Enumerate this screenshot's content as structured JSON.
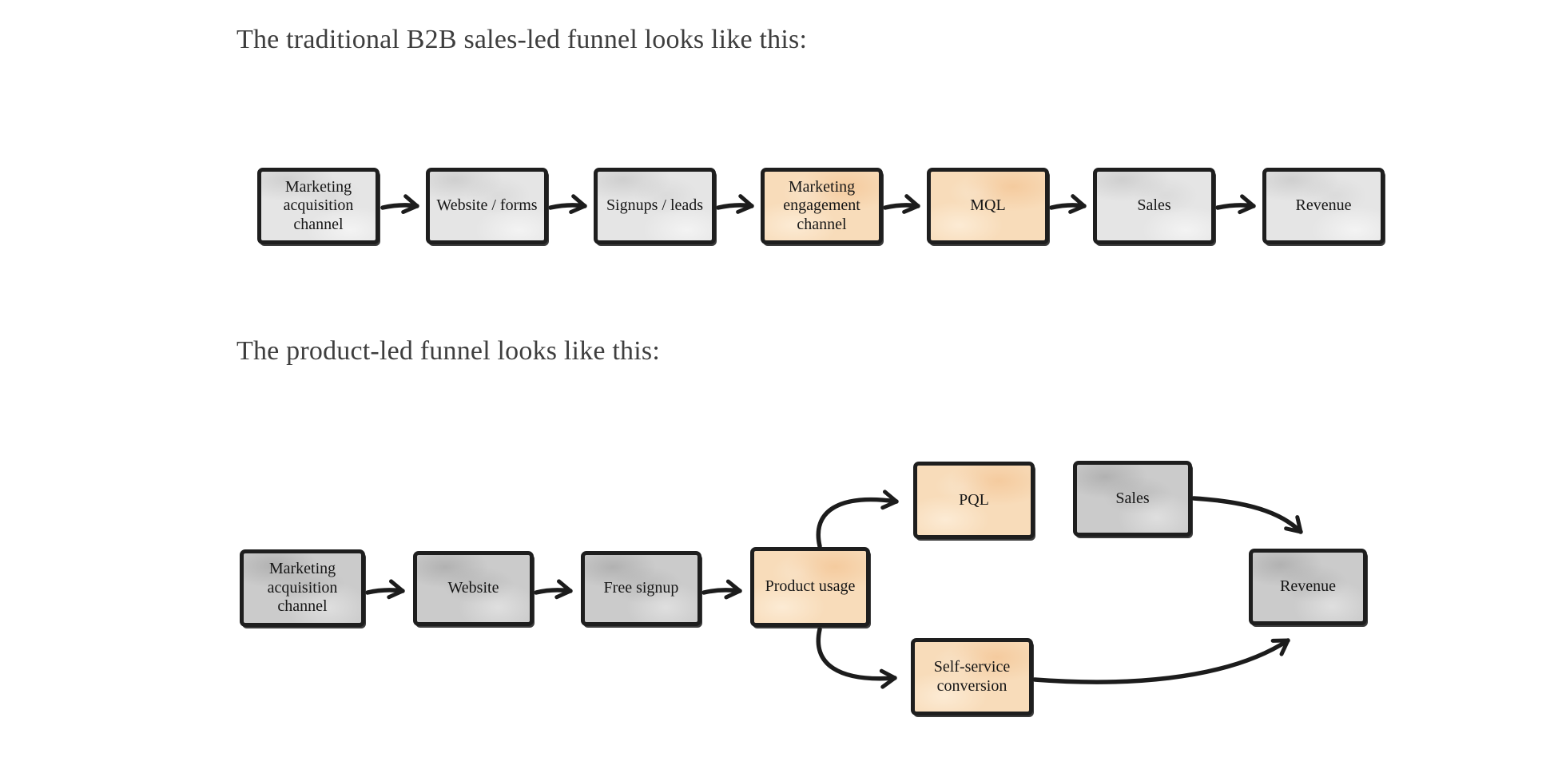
{
  "headings": {
    "sales_led": "The traditional B2B sales-led funnel looks like this:",
    "product_led": "The product-led funnel looks like this:"
  },
  "colors": {
    "background": "#ffffff",
    "heading_text": "#3e3e3e",
    "node_text": "#161616",
    "node_border": "#1e1e1e",
    "node_fill_gray_light": "#e5e5e5",
    "node_fill_gray_dark": "#cbcbcb",
    "node_fill_orange": "#f8dcba",
    "arrow_stroke": "#1c1c1c"
  },
  "diagram_sales_led": {
    "name": "traditional-b2b-sales-led-funnel",
    "nodes": [
      {
        "label": "Marketing acquisition channel",
        "variant": "gray"
      },
      {
        "label": "Website / forms",
        "variant": "gray"
      },
      {
        "label": "Signups / leads",
        "variant": "gray"
      },
      {
        "label": "Marketing engagement channel",
        "variant": "orange"
      },
      {
        "label": "MQL",
        "variant": "orange"
      },
      {
        "label": "Sales",
        "variant": "gray"
      },
      {
        "label": "Revenue",
        "variant": "gray"
      }
    ],
    "edges": [
      [
        "Marketing acquisition channel",
        "Website / forms"
      ],
      [
        "Website / forms",
        "Signups / leads"
      ],
      [
        "Signups / leads",
        "Marketing engagement channel"
      ],
      [
        "Marketing engagement channel",
        "MQL"
      ],
      [
        "MQL",
        "Sales"
      ],
      [
        "Sales",
        "Revenue"
      ]
    ]
  },
  "diagram_product_led": {
    "name": "product-led-funnel",
    "nodes": [
      {
        "label": "Marketing acquisition channel",
        "variant": "gray"
      },
      {
        "label": "Website",
        "variant": "gray"
      },
      {
        "label": "Free signup",
        "variant": "gray"
      },
      {
        "label": "Product usage",
        "variant": "orange"
      },
      {
        "label": "PQL",
        "variant": "orange"
      },
      {
        "label": "Sales",
        "variant": "gray"
      },
      {
        "label": "Self-service conversion",
        "variant": "orange"
      },
      {
        "label": "Revenue",
        "variant": "gray"
      }
    ],
    "edges": [
      [
        "Marketing acquisition channel",
        "Website"
      ],
      [
        "Website",
        "Free signup"
      ],
      [
        "Free signup",
        "Product usage"
      ],
      [
        "Product usage",
        "PQL"
      ],
      [
        "PQL",
        "Sales"
      ],
      [
        "Sales",
        "Revenue"
      ],
      [
        "Product usage",
        "Self-service conversion"
      ],
      [
        "Self-service conversion",
        "Revenue"
      ]
    ]
  }
}
